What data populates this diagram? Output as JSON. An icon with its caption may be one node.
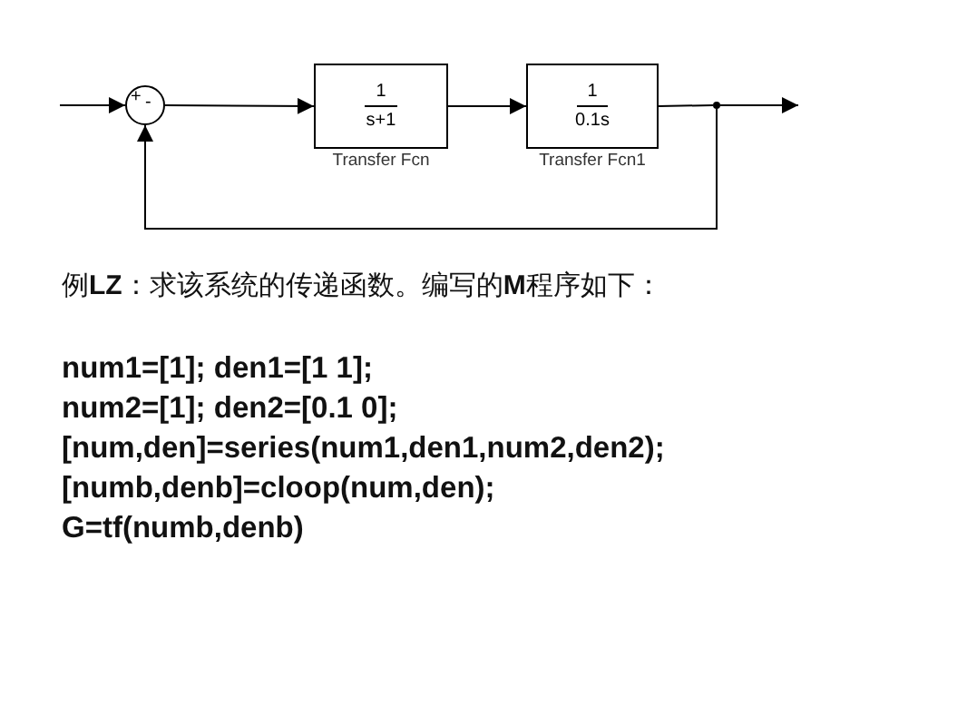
{
  "diagram": {
    "nodes": [
      {
        "text": [
          "+",
          "-"
        ]
      },
      {
        "text": [
          "1",
          "s+1"
        ],
        "beside": [
          "Transfer Fcn"
        ]
      },
      {
        "text": [
          "1",
          "0.1s"
        ],
        "beside": [
          "Transfer Fcn1"
        ]
      },
      {
        "text": [],
        "shape": "circle"
      }
    ],
    "edges": [
      {
        "from": null,
        "to": 0,
        "arrow": "to"
      },
      {
        "from": 0,
        "to": 1,
        "arrow": "to"
      },
      {
        "from": 1,
        "to": 2,
        "arrow": "to"
      },
      {
        "from": 2,
        "to": 3,
        "arrow": "none"
      },
      {
        "from": 3,
        "to": null,
        "arrow": "to"
      },
      {
        "from": 3,
        "to": 0,
        "arrow": "to"
      }
    ],
    "labels": [
      "例**LZ**：求该系统的传递函数。编写的**M**程序如下：",
      "num1=[1]; den1=[1 1];",
      "num2=[1]; den2=[0.1 0];",
      "[num,den]=series(num1,den1,num2,den2);",
      "[numb,denb]=cloop(num,den);",
      "G=tf(numb,denb)"
    ]
  }
}
